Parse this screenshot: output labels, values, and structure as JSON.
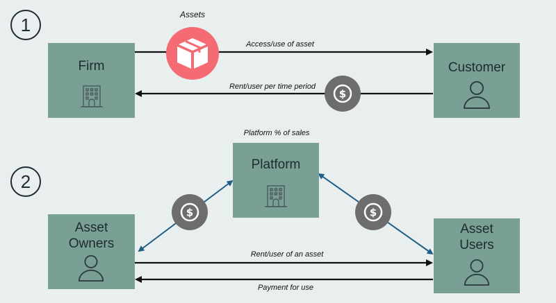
{
  "section_numbers": [
    "1",
    "2"
  ],
  "diagram1": {
    "firm": "Firm",
    "customer": "Customer",
    "assets_label": "Assets",
    "access_label": "Access/use of asset",
    "rent_label": "Rent/user per time period"
  },
  "diagram2": {
    "platform": "Platform",
    "platform_sales_label": "Platform % of sales",
    "owners_line1": "Asset",
    "owners_line2": "Owners",
    "users_line1": "Asset",
    "users_line2": "Users",
    "rent_label": "Rent/user of an asset",
    "payment_label": "Payment for use"
  },
  "colors": {
    "box": "#7aa095",
    "arrow_dark": "#111111",
    "arrow_blue": "#1f5f86",
    "dollar_circle": "#6d6d6d",
    "asset_circle": "#f56b73"
  }
}
